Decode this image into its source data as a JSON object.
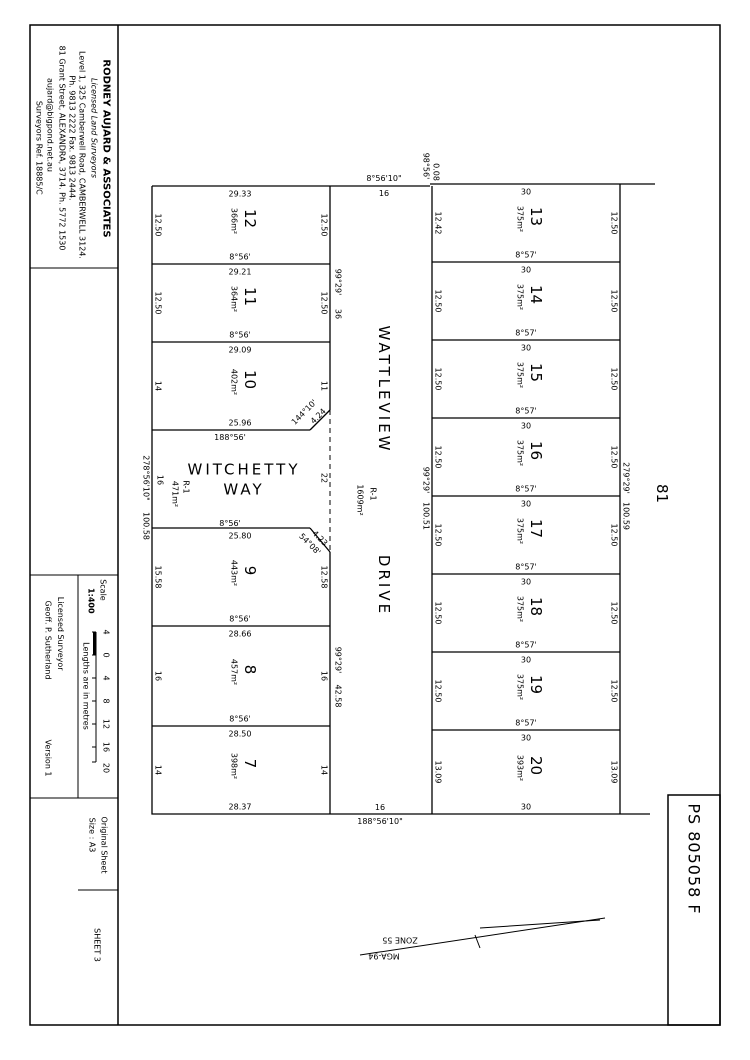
{
  "title_block": {
    "firm_name": "RODNEY AUJARD & ASSOCIATES",
    "firm_subtitle": "Licensed Land Surveyors",
    "address_line1": "Level 1, 325 Camberwell Road, CAMBERWELL 3124.",
    "address_line2": "Ph. 9813 2222   Fax. 9813 2444.",
    "address_line3": "81 Grant Street, ALEXANDRA, 3714. Ph. 5772 1530",
    "email": "aujard@bigpond.net.au",
    "surveyors_ref": "Surveyors Ref. 18885/C",
    "scale_label": "Scale",
    "scale_value": "1:400",
    "scale_ticks": [
      "4",
      "0",
      "4",
      "8",
      "12",
      "16",
      "20"
    ],
    "lengths_note": "Lengths are in metres",
    "licensed_surveyor_label": "Licensed Surveyor",
    "surveyor_name": "Geoff. P. Sutherland",
    "version": "Version 1",
    "original_sheet_label": "Original Sheet",
    "sheet_size": "Size : A3",
    "sheet_number": "SHEET 3"
  },
  "plan_number": "PS 805058 F",
  "adjoining_lot": "81",
  "zone": {
    "zone_label": "ZONE 55",
    "datum_label": "MGA-94"
  },
  "roads": {
    "wattleview_1": "WATTLEVIEW",
    "wattleview_2": "DRIVE",
    "wattleview_reserve": "R-1",
    "wattleview_area": "1609m²",
    "witchetty_1": "WITCHETTY",
    "witchetty_2": "WAY",
    "witchetty_reserve": "R-1",
    "witchetty_area": "471m²"
  },
  "lots_west": [
    {
      "lot": "12",
      "area": "366m²",
      "top": "29.33",
      "bottom": "8°56'",
      "left": "12.50",
      "right": "12.50"
    },
    {
      "lot": "11",
      "area": "364m²",
      "top": "29.21",
      "bottom": "8°56'",
      "left": "12.50",
      "right": "12.50"
    },
    {
      "lot": "10",
      "area": "402m²",
      "top": "29.09",
      "bottom": "25.96",
      "left": "14",
      "right": "11"
    },
    {
      "lot": "9",
      "area": "443m²",
      "top": "25.80",
      "bottom": "8°56'",
      "left": "15.58",
      "right": "12.58"
    },
    {
      "lot": "8",
      "area": "457m²",
      "top": "28.66",
      "bottom": "8°56'",
      "left": "16",
      "right": "16"
    },
    {
      "lot": "7",
      "area": "398m²",
      "top": "28.50",
      "bottom": "28.37",
      "left": "14",
      "right": "14"
    }
  ],
  "lots_east": [
    {
      "lot": "13",
      "area": "375m²",
      "top": "30",
      "bottom": "8°57'",
      "left": "12.42",
      "right": "12.50"
    },
    {
      "lot": "14",
      "area": "375m²",
      "top": "30",
      "bottom": "8°57'",
      "left": "12.50",
      "right": "12.50"
    },
    {
      "lot": "15",
      "area": "375m²",
      "top": "30",
      "bottom": "8°57'",
      "left": "12.50",
      "right": "12.50"
    },
    {
      "lot": "16",
      "area": "375m²",
      "top": "30",
      "bottom": "8°57'",
      "left": "12.50",
      "right": "12.50"
    },
    {
      "lot": "17",
      "area": "375m²",
      "top": "30",
      "bottom": "8°57'",
      "left": "12.50",
      "right": "12.50"
    },
    {
      "lot": "18",
      "area": "375m²",
      "top": "30",
      "bottom": "8°57'",
      "left": "12.50",
      "right": "12.50"
    },
    {
      "lot": "19",
      "area": "375m²",
      "top": "30",
      "bottom": "8°57'",
      "left": "12.50",
      "right": "12.50"
    },
    {
      "lot": "20",
      "area": "393m²",
      "top": "30",
      "bottom": "30",
      "left": "13.09",
      "right": "13.09"
    }
  ],
  "extra_dims": {
    "top_bearing": "8°56'10\"",
    "top_road_len": "16",
    "corner_bearing": "98°56'",
    "corner_len": "0.08",
    "witchetty_top_bearing": "188°56'",
    "witchetty_bottom_bearing": "8°56'",
    "west_boundary_bearing": "278°56'10\"",
    "west_boundary_len": "100.58",
    "witchetty_end": "16",
    "witchetty_mouth": "22",
    "chord_upper": "144°10'",
    "chord_upper_len": "4.24",
    "chord_lower": "54°08'",
    "chord_lower_len": "4.23",
    "road_west_bearing_1": "99°29'",
    "road_west_len_1": "36",
    "road_east_bearing": "99°29'",
    "road_east_len": "100.51",
    "road_west_bearing_2": "99°29'",
    "road_west_len_2": "42.58",
    "east_boundary_bearing": "279°29'",
    "east_boundary_len": "100.59",
    "bottom_bearing": "188°56'10\"",
    "bottom_road_len": "16"
  }
}
